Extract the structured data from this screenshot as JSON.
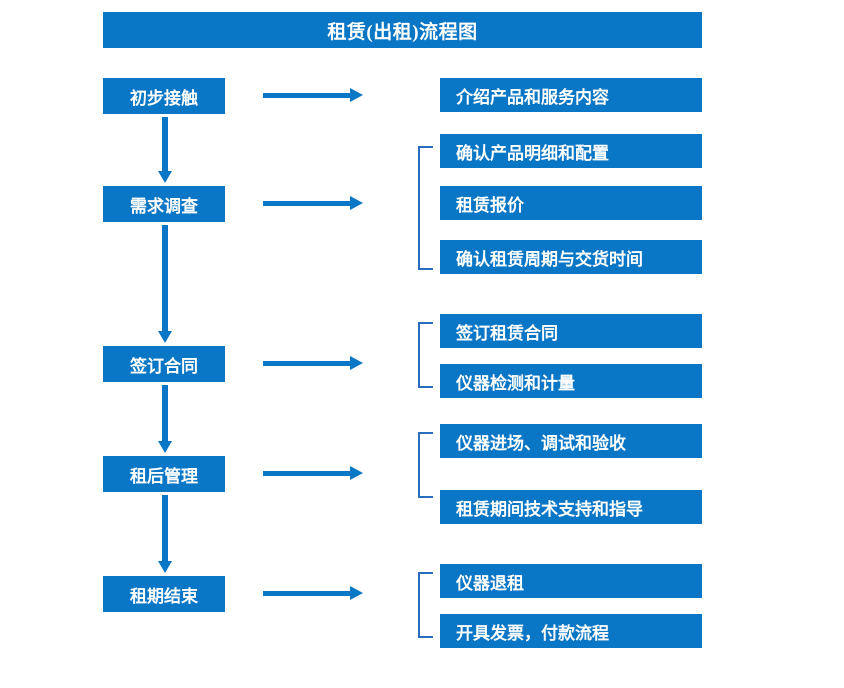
{
  "title": "租赁(出租)流程图",
  "colors": {
    "box_blue": "#0a76c6",
    "bracket_blue": "#2a6ebb",
    "text_white": "#ffffff",
    "background": "#ffffff"
  },
  "stages": [
    {
      "label": "初步接触"
    },
    {
      "label": "需求调查"
    },
    {
      "label": "签订合同"
    },
    {
      "label": "租后管理"
    },
    {
      "label": "租期结束"
    }
  ],
  "groups": [
    {
      "stage": "初步接触",
      "bracketed": false,
      "details": [
        {
          "label": "介绍产品和服务内容"
        }
      ]
    },
    {
      "stage": "需求调查",
      "bracketed": true,
      "details": [
        {
          "label": "确认产品明细和配置"
        },
        {
          "label": "租赁报价"
        },
        {
          "label": "确认租赁周期与交货时间"
        }
      ]
    },
    {
      "stage": "签订合同",
      "bracketed": true,
      "details": [
        {
          "label": "签订租赁合同"
        },
        {
          "label": "仪器检测和计量"
        }
      ]
    },
    {
      "stage": "租后管理",
      "bracketed": true,
      "details": [
        {
          "label": "仪器进场、调试和验收"
        },
        {
          "label": "租赁期间技术支持和指导"
        }
      ]
    },
    {
      "stage": "租期结束",
      "bracketed": true,
      "details": [
        {
          "label": "仪器退租"
        },
        {
          "label": "开具发票，付款流程"
        }
      ]
    }
  ],
  "connectors": {
    "horizontal_arrow_name": "arrow-right",
    "vertical_arrow_name": "arrow-down",
    "bracket_name": "group-bracket"
  }
}
